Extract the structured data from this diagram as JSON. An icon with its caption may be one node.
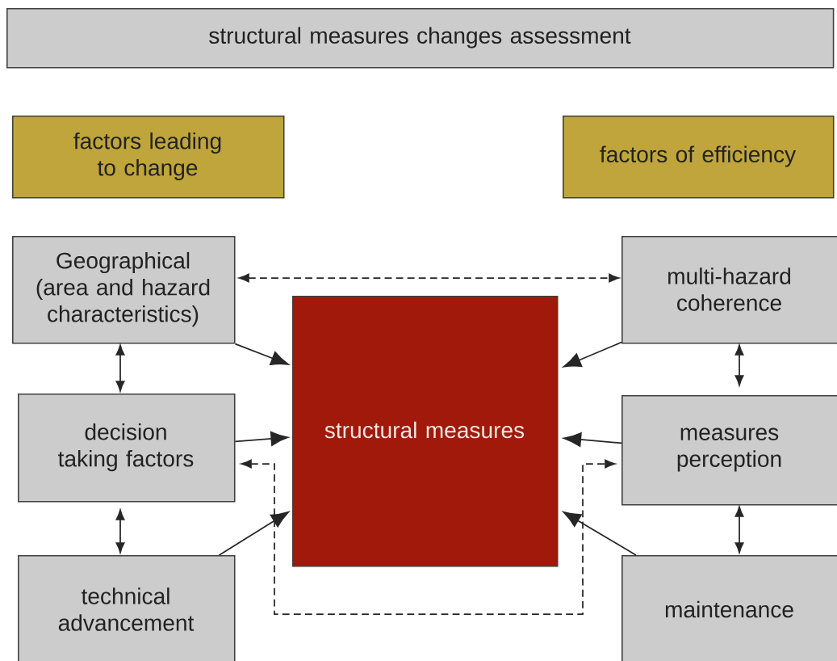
{
  "diagram": {
    "nodes": [
      {
        "text": [
          "structural measures changes assessment"
        ]
      },
      {
        "text": [
          "factors leading to change"
        ]
      },
      {
        "text": [
          "factors of efficiency"
        ]
      },
      {
        "text": [
          "Geographical  (area and hazard characteristics)"
        ]
      },
      {
        "text": [
          "multi-hazard coherence"
        ]
      },
      {
        "text": [
          "structural measures"
        ]
      },
      {
        "text": [
          "decision taking factors"
        ]
      },
      {
        "text": [
          "measures perception"
        ]
      },
      {
        "text": [
          "technical advancement"
        ]
      },
      {
        "text": [
          "maintenance"
        ]
      }
    ],
    "edges": [
      {
        "from": 3,
        "to": 5,
        "arrow": "to"
      },
      {
        "from": 6,
        "to": 5,
        "arrow": "to"
      },
      {
        "from": 8,
        "to": 5,
        "arrow": "to"
      },
      {
        "from": 4,
        "to": 5,
        "arrow": "to"
      },
      {
        "from": 7,
        "to": 5,
        "arrow": "to"
      },
      {
        "from": 9,
        "to": 5,
        "arrow": "to"
      },
      {
        "from": 3,
        "to": 6,
        "arrow": "both"
      },
      {
        "from": 6,
        "to": 8,
        "arrow": "both"
      },
      {
        "from": 4,
        "to": 7,
        "arrow": "both"
      },
      {
        "from": 7,
        "to": 9,
        "arrow": "both"
      },
      {
        "from": 3,
        "to": 4,
        "arrow": "both",
        "style": "dashed"
      },
      {
        "from": 6,
        "to": 7,
        "arrow": "both",
        "style": "dashed"
      }
    ]
  }
}
